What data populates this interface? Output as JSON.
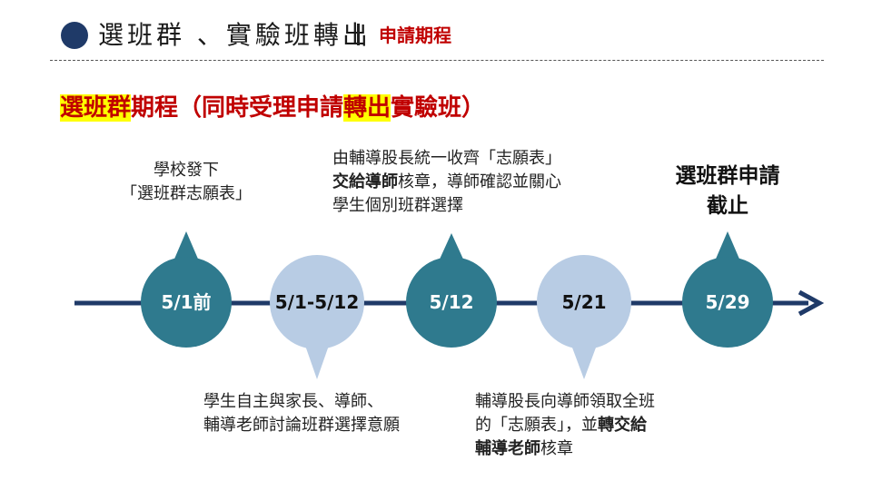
{
  "header": {
    "title": "選班群 、實驗班轉出",
    "subtitle": "申請期程"
  },
  "section": {
    "title_part1": "選班群",
    "title_part2": "期程（同時受理申請",
    "title_part3": "轉出",
    "title_part4": "實驗班）"
  },
  "colors": {
    "dark_node": "#2f7a8e",
    "light_node": "#b8cce4",
    "axis": "#1f3a68",
    "accent_red": "#c00000",
    "highlight": "#ffff00"
  },
  "timeline": {
    "nodes": [
      {
        "label": "5/1前",
        "style": "dark",
        "pointer": "up"
      },
      {
        "label": "5/1-5/12",
        "style": "light",
        "pointer": "down"
      },
      {
        "label": "5/12",
        "style": "dark",
        "pointer": "up"
      },
      {
        "label": "5/21",
        "style": "light",
        "pointer": "down"
      },
      {
        "label": "5/29",
        "style": "dark",
        "pointer": "up"
      }
    ]
  },
  "notes": {
    "n1_line1": "學校發下",
    "n1_line2": "「選班群志願表」",
    "n2_line1": "學生自主與家長、導師、",
    "n2_line2": "輔導老師討論班群選擇意願",
    "n3_line1": "由輔導股長統一收齊「志願表」",
    "n3_line2_bold": "交給導師",
    "n3_line2_rest": "核章，導師確認並關心",
    "n3_line3": "學生個別班群選擇",
    "n4_line1": "輔導股長向導師領取全班",
    "n4_line2_pre": "的「志願表」，並",
    "n4_line2_bold": "轉交給",
    "n4_line3_bold": "輔導老師",
    "n4_line3_rest": "核章",
    "n5_line1": "選班群申請",
    "n5_line2": "截止"
  }
}
